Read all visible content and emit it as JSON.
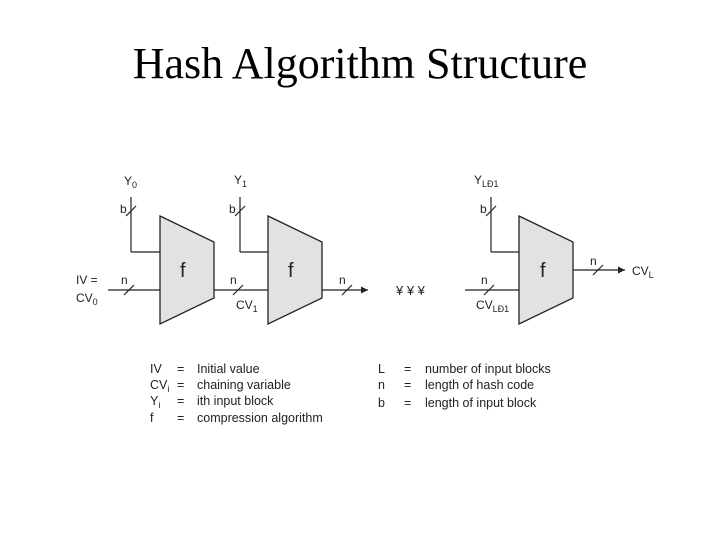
{
  "title": "Hash Algorithm Structure",
  "diagram": {
    "function_label": "f",
    "stage1": {
      "input": "Y",
      "input_sub": "0",
      "width": "b"
    },
    "stage2": {
      "input": "Y",
      "input_sub": "1",
      "width": "b"
    },
    "stage3": {
      "input": "Y",
      "input_sub": "LĐ1",
      "width": "b"
    },
    "iv_label_line1": "IV =",
    "iv_label_line2": "CV",
    "iv_label_sub": "0",
    "n_label": "n",
    "cv1": "CV",
    "cv1_sub": "1",
    "cvl_minus1": "CV",
    "cvl_minus1_sub": "LĐ1",
    "output": "CV",
    "output_sub": "L",
    "ellipsis": "¥ ¥ ¥"
  },
  "legend_left": [
    {
      "sym": "IV",
      "sym_sub": "",
      "eq": "=",
      "desc": "Initial value"
    },
    {
      "sym": "CV",
      "sym_sub": "i",
      "eq": "=",
      "desc": "chaining variable"
    },
    {
      "sym": "Y",
      "sym_sub": "i",
      "eq": "=",
      "desc": "ith input block"
    },
    {
      "sym": "f",
      "sym_sub": "",
      "eq": "=",
      "desc": "compression algorithm"
    }
  ],
  "legend_right": [
    {
      "sym": "L",
      "eq": "=",
      "desc": "number of input blocks"
    },
    {
      "sym": "n",
      "eq": "=",
      "desc": "length of hash code"
    },
    {
      "sym": "b",
      "eq": "=",
      "desc": "length of input block"
    }
  ]
}
